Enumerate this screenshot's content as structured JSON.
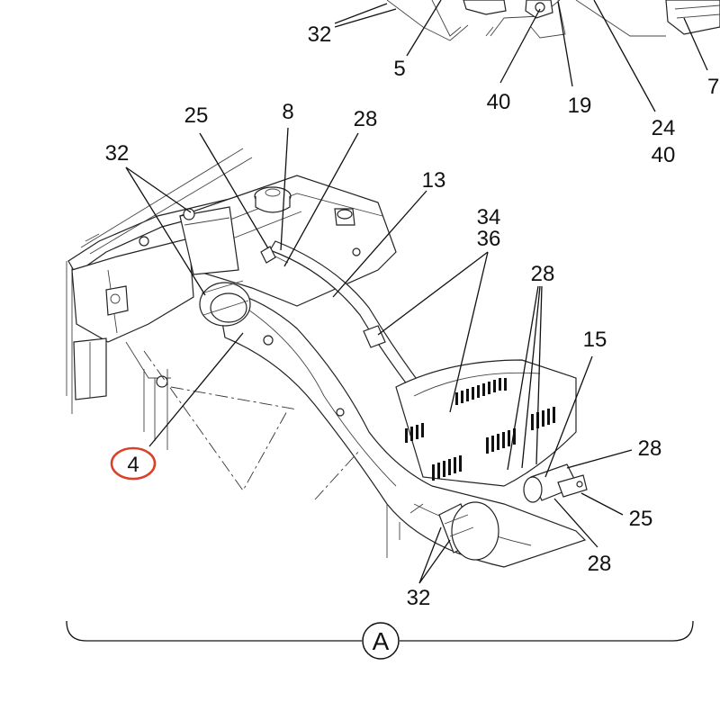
{
  "diagram": {
    "view_label": "A",
    "highlight_color": "#d9412b",
    "callouts": {
      "c32_top": "32",
      "c5": "5",
      "c40_top": "40",
      "c19": "19",
      "c24": "24",
      "c40_b": "40",
      "c7": "7",
      "c25_top": "25",
      "c8": "8",
      "c28_top": "28",
      "c32_left": "32",
      "c13": "13",
      "c34": "34",
      "c36": "36",
      "c28_mid": "28",
      "c15": "15",
      "c28_right": "28",
      "c25_right": "25",
      "c28_low": "28",
      "c4": "4",
      "c32_bottom": "32"
    }
  }
}
